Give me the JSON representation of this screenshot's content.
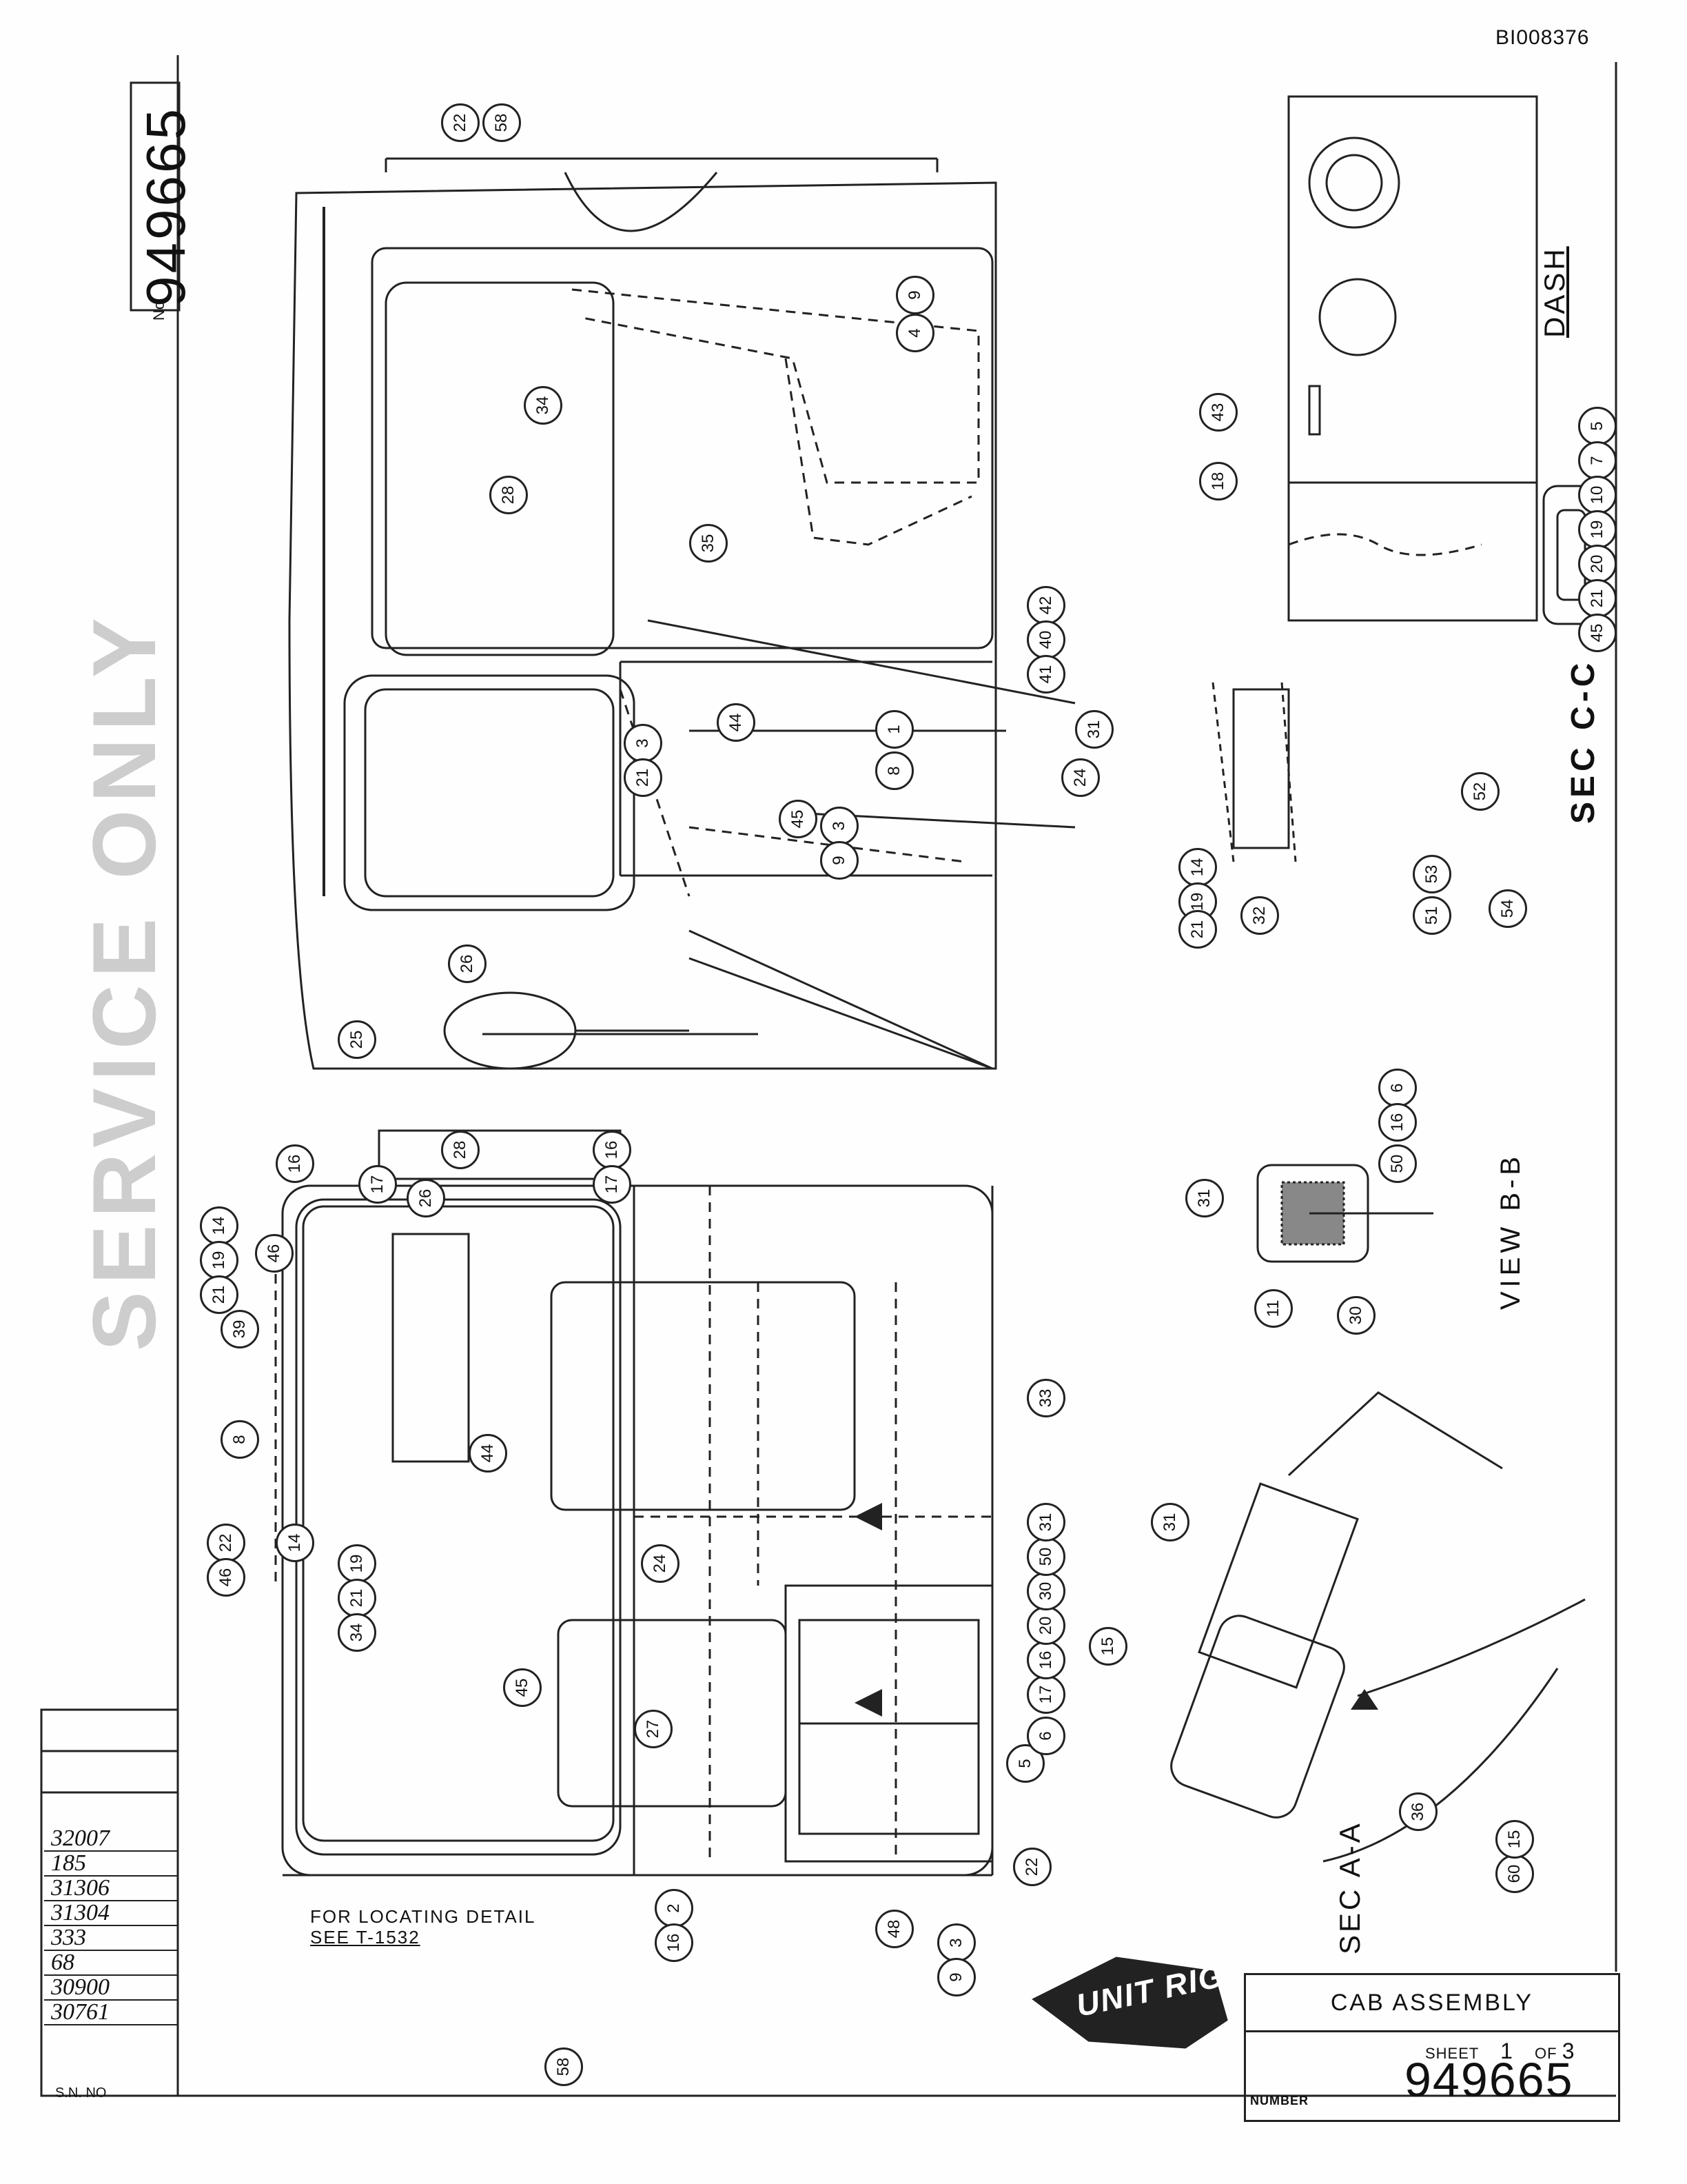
{
  "header_code": "BI008376",
  "drawing_number_prefix": "No",
  "drawing_number": "949665",
  "serial_numbers": [
    "32007",
    "185",
    "31306",
    "31304",
    "333",
    "68",
    "30900",
    "30761"
  ],
  "serial_label": "S.N. NO",
  "locate_note": {
    "line1": "FOR LOCATING DETAIL",
    "line2": "SEE T-1532"
  },
  "title_block": {
    "title": "CAB ASSEMBLY",
    "sheet_label": "SHEET",
    "sheet": "1",
    "of_label": "OF",
    "of_total": "3",
    "number_label": "NUMBER",
    "number": "949665"
  },
  "labels": {
    "dash": "DASH",
    "sec_c": "SEC C-C",
    "view_b": "VIEW B-B",
    "sec_a": "SEC A-A",
    "stamp": "SERVICE ONLY",
    "logo": "UNIT RIG"
  },
  "balloons": {
    "top_view": [
      "22",
      "58",
      "9",
      "4",
      "34",
      "28",
      "35",
      "44",
      "42",
      "40",
      "41",
      "31",
      "3",
      "21",
      "1",
      "8",
      "3",
      "9",
      "24",
      "45",
      "26",
      "25"
    ],
    "dash_view": [
      "43",
      "18",
      "5",
      "7",
      "10",
      "19",
      "20",
      "21",
      "45"
    ],
    "sec_cc": [
      "14",
      "19",
      "21",
      "32",
      "53",
      "51",
      "54",
      "52"
    ],
    "view_bb": [
      "31",
      "11",
      "30",
      "6",
      "16",
      "50"
    ],
    "side_view": [
      "28",
      "26",
      "16",
      "17",
      "16",
      "17",
      "14",
      "19",
      "21",
      "46",
      "39",
      "8",
      "22",
      "46",
      "14",
      "19",
      "21",
      "34",
      "44",
      "24",
      "33",
      "45",
      "27",
      "2",
      "16",
      "48",
      "3",
      "9",
      "5",
      "6",
      "17",
      "16",
      "20",
      "30",
      "50",
      "31",
      "22",
      "58"
    ],
    "sec_aa": [
      "31",
      "15",
      "36",
      "60",
      "15"
    ]
  }
}
